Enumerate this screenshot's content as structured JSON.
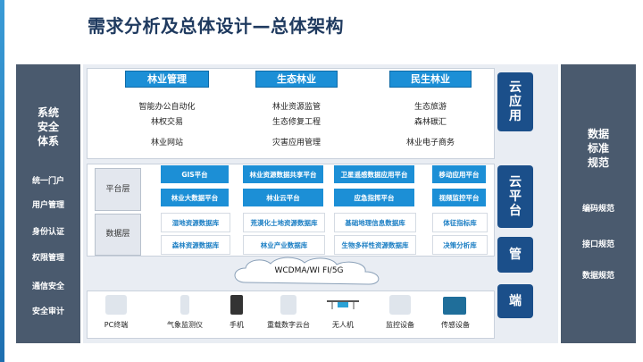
{
  "title": "需求分析及总体设计—总体架构",
  "left_panel": {
    "title_lines": [
      "系统",
      "安全",
      "体系"
    ],
    "items": [
      "统一门户",
      "用户管理",
      "身份认证",
      "权限管理",
      "通信安全",
      "安全审计"
    ]
  },
  "right_panel": {
    "title_lines": [
      "数据",
      "标准",
      "规范"
    ],
    "items": [
      "编码规范",
      "接口规范",
      "数据规范"
    ]
  },
  "cloud_app": {
    "categories": [
      {
        "title": "林业管理",
        "items": [
          "智能办公自动化",
          "林权交易",
          "林业网站"
        ]
      },
      {
        "title": "生态林业",
        "items": [
          "林业资源监管",
          "生态修复工程",
          "灾害应用管理"
        ]
      },
      {
        "title": "民生林业",
        "items": [
          "生态旅游",
          "森林碳汇",
          "林业电子商务"
        ]
      }
    ]
  },
  "layer_tags": {
    "app": "云应用",
    "platform": "云平台",
    "pipe": "管",
    "end": "端"
  },
  "platform": {
    "platform_layer_label": "平台层",
    "data_layer_label": "数据层",
    "platform_row1": [
      "GIS平台",
      "林业资源数据共享平台",
      "卫星遥感数据应用平台",
      "移动应用平台"
    ],
    "platform_row2": [
      "林业大数据平台",
      "林业云平台",
      "应急指挥平台",
      "视频监控平台"
    ],
    "data_row1": [
      "湿地资源数据库",
      "荒漠化土地资源数据库",
      "基础地理信息数据库",
      "体征指标库"
    ],
    "data_row2": [
      "森林资源数据库",
      "林业产业数据库",
      "生物多样性资源数据库",
      "决策分析库"
    ]
  },
  "network": {
    "label": "WCDMA/WI FI/5G"
  },
  "devices": [
    "PC终端",
    "气象监测仪",
    "手机",
    "重载数字云台",
    "无人机",
    "监控设备",
    "传感设备"
  ],
  "colors": {
    "side_panel": "#4a5a6e",
    "tag_blue": "#1b4f8a",
    "box_blue": "#1c8fd6",
    "title_text": "#1f3a5f"
  }
}
